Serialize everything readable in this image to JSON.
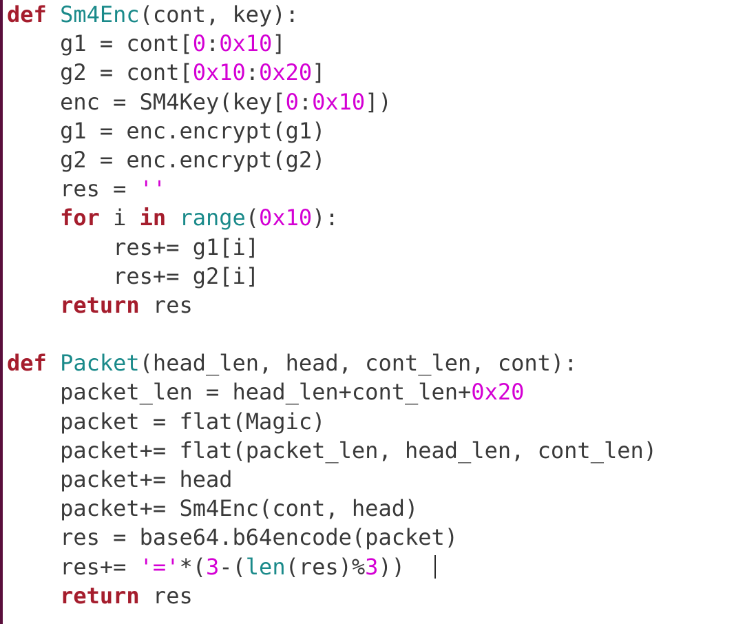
{
  "colors": {
    "keyword": "#a51d2d",
    "function_name": "#1a8a8a",
    "number_literal": "#d400d4",
    "default_text": "#3a3a3a",
    "gutter_bar": "#5a0f3c"
  },
  "code_lines": [
    [
      {
        "t": "def",
        "c": "kw"
      },
      {
        "t": " ",
        "c": ""
      },
      {
        "t": "Sm4Enc",
        "c": "fn"
      },
      {
        "t": "(cont, key):",
        "c": ""
      }
    ],
    [
      {
        "t": "    g1 = cont[",
        "c": ""
      },
      {
        "t": "0",
        "c": "num"
      },
      {
        "t": ":",
        "c": ""
      },
      {
        "t": "0x10",
        "c": "num"
      },
      {
        "t": "]",
        "c": ""
      }
    ],
    [
      {
        "t": "    g2 = cont[",
        "c": ""
      },
      {
        "t": "0x10",
        "c": "num"
      },
      {
        "t": ":",
        "c": ""
      },
      {
        "t": "0x20",
        "c": "num"
      },
      {
        "t": "]",
        "c": ""
      }
    ],
    [
      {
        "t": "    enc = SM4Key(key[",
        "c": ""
      },
      {
        "t": "0",
        "c": "num"
      },
      {
        "t": ":",
        "c": ""
      },
      {
        "t": "0x10",
        "c": "num"
      },
      {
        "t": "])",
        "c": ""
      }
    ],
    [
      {
        "t": "    g1 = enc.encrypt(g1)",
        "c": ""
      }
    ],
    [
      {
        "t": "    g2 = enc.encrypt(g2)",
        "c": ""
      }
    ],
    [
      {
        "t": "    res = ",
        "c": ""
      },
      {
        "t": "''",
        "c": "str"
      }
    ],
    [
      {
        "t": "    ",
        "c": ""
      },
      {
        "t": "for",
        "c": "kw"
      },
      {
        "t": " i ",
        "c": ""
      },
      {
        "t": "in",
        "c": "kw"
      },
      {
        "t": " ",
        "c": ""
      },
      {
        "t": "range",
        "c": "fn"
      },
      {
        "t": "(",
        "c": ""
      },
      {
        "t": "0x10",
        "c": "num"
      },
      {
        "t": "):",
        "c": ""
      }
    ],
    [
      {
        "t": "        res+= g1[i]",
        "c": ""
      }
    ],
    [
      {
        "t": "        res+= g2[i]",
        "c": ""
      }
    ],
    [
      {
        "t": "    ",
        "c": ""
      },
      {
        "t": "return",
        "c": "kw"
      },
      {
        "t": " res",
        "c": ""
      }
    ],
    [
      {
        "t": "",
        "c": ""
      }
    ],
    [
      {
        "t": "def",
        "c": "kw"
      },
      {
        "t": " ",
        "c": ""
      },
      {
        "t": "Packet",
        "c": "fn"
      },
      {
        "t": "(head_len, head, cont_len, cont):",
        "c": ""
      }
    ],
    [
      {
        "t": "    packet_len = head_len+cont_len+",
        "c": ""
      },
      {
        "t": "0x20",
        "c": "num"
      }
    ],
    [
      {
        "t": "    packet = flat(Magic)",
        "c": ""
      }
    ],
    [
      {
        "t": "    packet+= flat(packet_len, head_len, cont_len)",
        "c": ""
      }
    ],
    [
      {
        "t": "    packet+= head",
        "c": ""
      }
    ],
    [
      {
        "t": "    packet+= Sm4Enc(cont, head)",
        "c": ""
      }
    ],
    [
      {
        "t": "    res = base64.b64encode(packet)",
        "c": ""
      }
    ],
    [
      {
        "t": "    res+= ",
        "c": ""
      },
      {
        "t": "'='",
        "c": "str"
      },
      {
        "t": "*(",
        "c": ""
      },
      {
        "t": "3",
        "c": "num"
      },
      {
        "t": "-(",
        "c": ""
      },
      {
        "t": "len",
        "c": "fn"
      },
      {
        "t": "(res)%",
        "c": ""
      },
      {
        "t": "3",
        "c": "num"
      },
      {
        "t": "))",
        "c": ""
      }
    ],
    [
      {
        "t": "    ",
        "c": ""
      },
      {
        "t": "return",
        "c": "kw"
      },
      {
        "t": " res",
        "c": ""
      }
    ]
  ],
  "caret_line_index": 19
}
